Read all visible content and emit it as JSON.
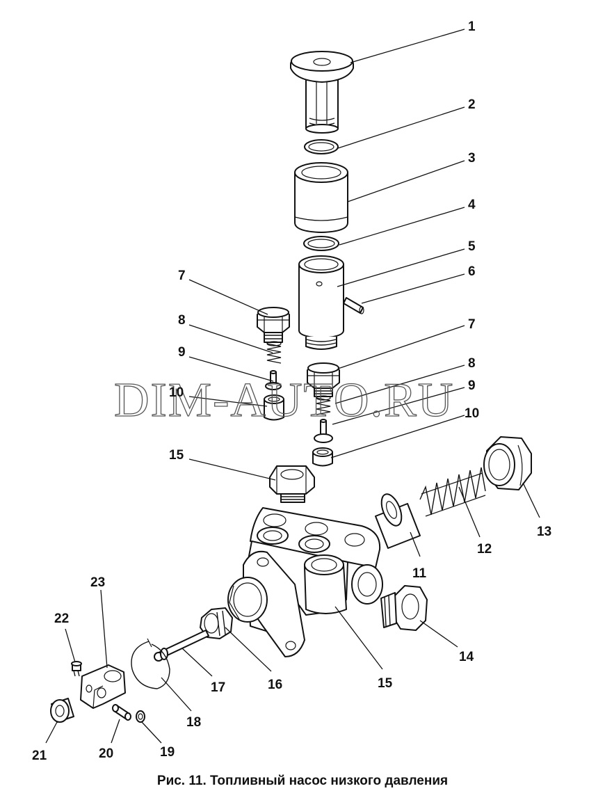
{
  "caption": "Рис. 11. Топливный насос низкого давления",
  "watermark": "DIM-AUTO.RU",
  "callouts": {
    "c1": "1",
    "c2": "2",
    "c3": "3",
    "c4": "4",
    "c5": "5",
    "c6": "6",
    "c7a": "7",
    "c7b": "7",
    "c8a": "8",
    "c8b": "8",
    "c9a": "9",
    "c9b": "9",
    "c10a": "10",
    "c10b": "10",
    "c11": "11",
    "c12": "12",
    "c13": "13",
    "c14": "14",
    "c15a": "15",
    "c15b": "15",
    "c16": "16",
    "c17": "17",
    "c18": "18",
    "c19": "19",
    "c20": "20",
    "c21": "21",
    "c22": "22",
    "c23": "23"
  }
}
